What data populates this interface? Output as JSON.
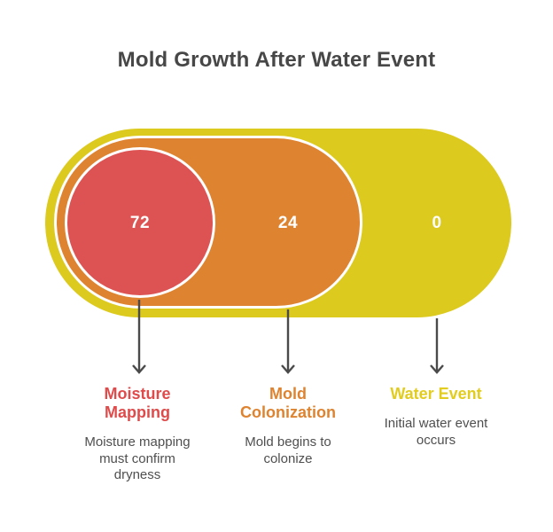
{
  "title": "Mold Growth After Water Event",
  "palette": {
    "background": "#ffffff",
    "title_text": "#474747",
    "description_text": "#4f4f4f",
    "arrow": "#4a4a4a",
    "shape_border": "#ffffff",
    "value_text": "#ffffff"
  },
  "stages": [
    {
      "id": "moisture-mapping",
      "name": "Moisture\nMapping",
      "value": "72",
      "description": "Moisture mapping\nmust confirm\ndryness",
      "shape_color": "#dd5353",
      "label_color": "#df4b4b"
    },
    {
      "id": "mold-colonization",
      "name": "Mold\nColonization",
      "value": "24",
      "description": "Mold begins to\ncolonize",
      "shape_color": "#de8330",
      "label_color": "#de8330"
    },
    {
      "id": "water-event",
      "name": "Water Event",
      "value": "0",
      "description": "Initial water event\noccurs",
      "shape_color": "#dcca1e",
      "label_color": "#e2cc1e"
    }
  ]
}
